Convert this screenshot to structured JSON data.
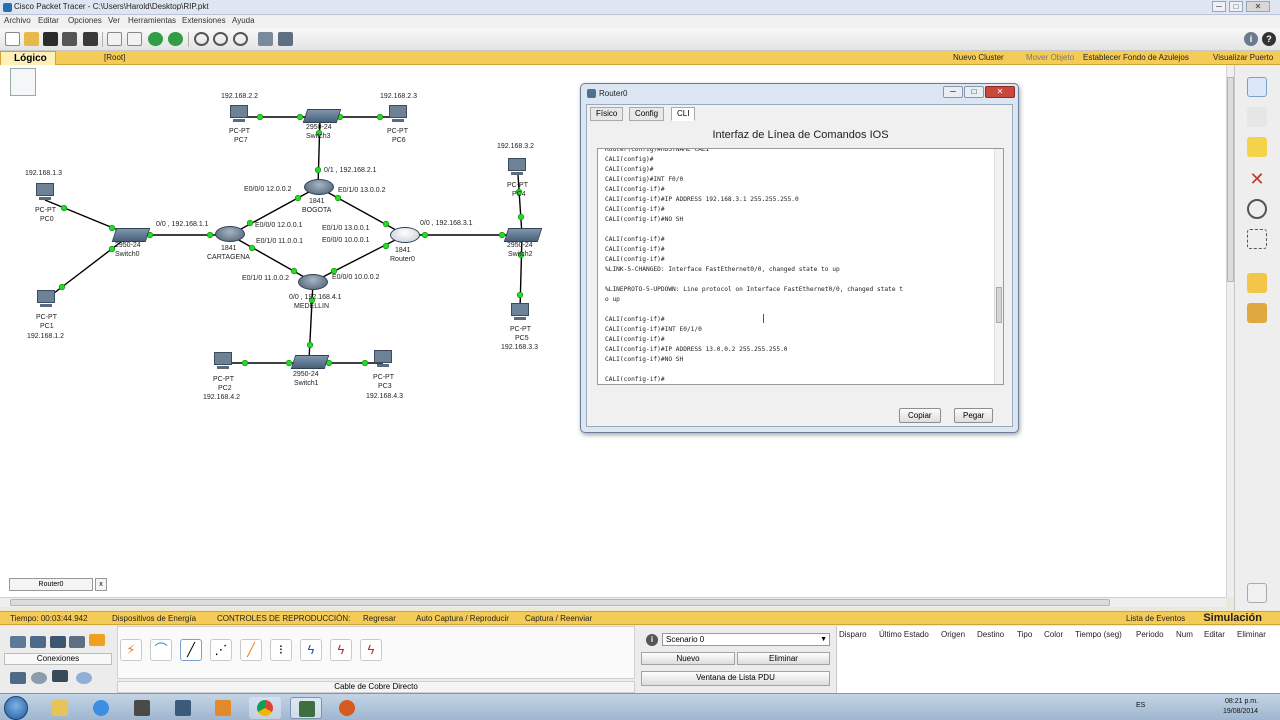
{
  "window": {
    "title": "Cisco Packet Tracer - C:\\Users\\Harold\\Desktop\\RIP.pkt",
    "controls": [
      "─",
      "□",
      "✕"
    ]
  },
  "menu": [
    "Archivo",
    "Editar",
    "Opciones",
    "Ver",
    "Herramientas",
    "Extensiones",
    "Ayuda"
  ],
  "navbar": {
    "logic_tab": "Lógico",
    "root": "[Root]",
    "new_cluster": "Nuevo Cluster",
    "move_object": "Mover Objeto",
    "set_background": "Establecer Fondo de Azulejos",
    "viewport": "Visualizar Puerto"
  },
  "topology": {
    "pc7": {
      "ip": "192.168.2.2",
      "type": "PC-PT",
      "name": "PC7"
    },
    "pc6": {
      "ip": "192.168.2.3",
      "type": "PC-PT",
      "name": "PC6"
    },
    "switch3": {
      "model": "2950-24",
      "name": "Switch3"
    },
    "pc0": {
      "ip": "192.168.1.3",
      "type": "PC-PT",
      "name": "PC0"
    },
    "pc1": {
      "ip": "192.168.1.2",
      "type": "PC-PT",
      "name": "PC1"
    },
    "switch0": {
      "model": "2950-24",
      "name": "Switch0"
    },
    "pc4": {
      "ip": "192.168.3.2",
      "type": "PC-PT",
      "name": "PC4"
    },
    "pc5": {
      "ip": "192.168.3.3",
      "type": "PC-PT",
      "name": "PC5"
    },
    "switch2": {
      "model": "2950-24",
      "name": "Switch2"
    },
    "pc2": {
      "ip": "192.168.4.2",
      "type": "PC-PT",
      "name": "PC2"
    },
    "pc3": {
      "ip": "192.168.4.3",
      "type": "PC-PT",
      "name": "PC3"
    },
    "switch1": {
      "model": "2950-24",
      "name": "Switch1"
    },
    "bogota": {
      "model": "1841",
      "name": "BOGOTA",
      "if_top": "0/1 , 192.168.2.1",
      "if_left": "E0/0/0 12.0.0.2",
      "if_right": "E0/1/0 13.0.0.2"
    },
    "cartagena": {
      "model": "1841",
      "name": "CARTAGENA",
      "if_left": "0/0 , 192.168.1.1",
      "if_e000": "E0/0/0 12.0.0.1",
      "if_e010": "E0/1/0 11.0.0.1"
    },
    "router0": {
      "model": "1841",
      "name": "Router0",
      "if_right": "0/0 , 192.168.3.1",
      "if_e010": "E0/1/0 13.0.0.1",
      "if_e000": "E0/0/0 10.0.0.1"
    },
    "medellin": {
      "model": "1841",
      "name": "MEDELLIN",
      "if_left": "E0/1/0 11.0.0.2",
      "if_right": "E0/0/0 10.0.0.2",
      "if_bottom": "0/0 , 192.168.4.1"
    }
  },
  "dialog": {
    "title": "Router0",
    "controls": [
      "─",
      "□",
      "✕"
    ],
    "tabs": [
      "Físico",
      "Config",
      "CLI"
    ],
    "heading": "Interfaz de Línea de Comandos IOS",
    "cli_lines": [
      "Router(config)#HOSTNAME CALI",
      "CALI(config)#",
      "CALI(config)#",
      "CALI(config)#INT F0/0",
      "CALI(config-if)#",
      "CALI(config-if)#IP ADDRESS 192.168.3.1 255.255.255.0",
      "CALI(config-if)#",
      "CALI(config-if)#NO SH",
      "",
      "CALI(config-if)#",
      "CALI(config-if)#",
      "CALI(config-if)#",
      "%LINK-5-CHANGED: Interface FastEthernet0/0, changed state to up",
      "",
      "%LINEPROTO-5-UPDOWN: Line protocol on Interface FastEthernet0/0, changed state t",
      "o up",
      "",
      "CALI(config-if)#",
      "CALI(config-if)#INT E0/1/0",
      "CALI(config-if)#",
      "CALI(config-if)#IP ADDRESS 13.0.0.2 255.255.255.0",
      "CALI(config-if)#NO SH",
      "",
      "CALI(config-if)#"
    ],
    "copy_label": "Copiar",
    "paste_label": "Pegar"
  },
  "bottom_tab": {
    "label": "Router0",
    "close": "x"
  },
  "status": {
    "time": "Tiempo: 00:03:44.942",
    "power": "Dispositivos de Energía",
    "playback": "CONTROLES DE REPRODUCCIÓN:",
    "back": "Regresar",
    "auto_capture": "Auto Captura / Reproducir",
    "capture_forward": "Captura / Reenviar",
    "event_list": "Lista de Eventos",
    "simulation": "Simulación"
  },
  "connections": {
    "label": "Conexiones",
    "cable_name": "Cable de Cobre Directo"
  },
  "scenario": {
    "icon_letter": "i",
    "selected": "Scenario 0",
    "new_label": "Nuevo",
    "delete_label": "Eliminar",
    "pdu_list_label": "Ventana de Lista PDU"
  },
  "pdu_columns": [
    "Disparo",
    "Último Estado",
    "Origen",
    "Destino",
    "Tipo",
    "Color",
    "Tiempo (seg)",
    "Periodo",
    "Num",
    "Editar",
    "Eliminar"
  ],
  "tray": {
    "lang": "ES",
    "time": "08:21 p.m.",
    "date": "19/08/2014"
  },
  "colors": {
    "accent_bar": "#f5cb58",
    "link_dot": "#22dd22",
    "close_red": "#c9473b"
  }
}
